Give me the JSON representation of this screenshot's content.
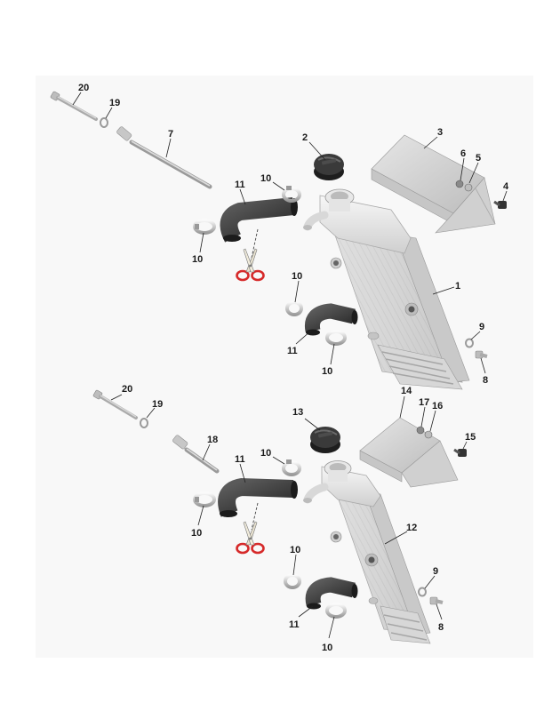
{
  "colors": {
    "background": "#ffffff",
    "backdrop": "#f6f6f6",
    "part_light": "#d9d9d9",
    "part_mid": "#b8b8b8",
    "part_dark": "#8c8c8c",
    "hose": "#3a3a3a",
    "cap": "#2e2e2e",
    "scissors": "#d62a2a",
    "label": "#1a1a1a"
  },
  "icons": {
    "cut_marker": "scissors-icon"
  },
  "callouts": {
    "top": {
      "p20": "20",
      "p19": "19",
      "p7": "7",
      "p2": "2",
      "p3": "3",
      "p6": "6",
      "p5": "5",
      "p4": "4",
      "p11a": "11",
      "p10a": "10",
      "p10b": "10",
      "p1": "1",
      "p10c": "10",
      "p9": "9",
      "p11b": "11",
      "p10d": "10",
      "p8": "8"
    },
    "bottom": {
      "p20": "20",
      "p19": "19",
      "p14": "14",
      "p17": "17",
      "p16": "16",
      "p13": "13",
      "p18": "18",
      "p15": "15",
      "p11a": "11",
      "p10a": "10",
      "p10b": "10",
      "p12": "12",
      "p10c": "10",
      "p9": "9",
      "p11b": "11",
      "p8": "8",
      "p10d": "10"
    }
  }
}
